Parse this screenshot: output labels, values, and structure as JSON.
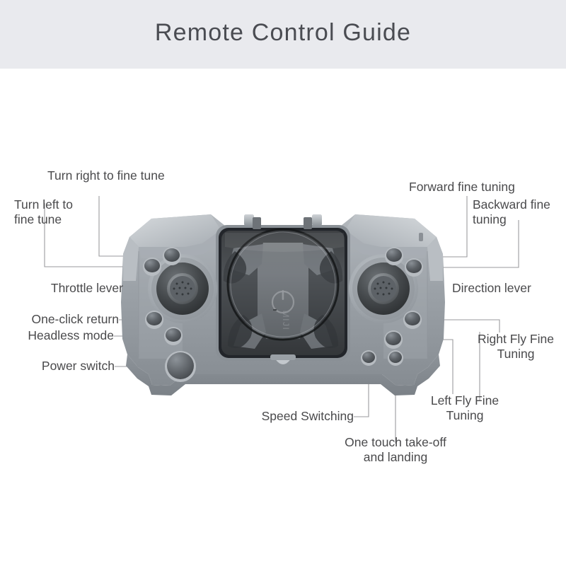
{
  "header": {
    "title": "Remote Control Guide",
    "background": "#e9eaee",
    "text_color": "#4a4c52"
  },
  "diagram": {
    "subject": "drone-remote-control",
    "label_color": "#4a4a4c",
    "leader_line_color": "#9a9a9e",
    "body_color": "#9aa0a6"
  },
  "callouts": {
    "turn_right_fine_tune": "Turn right to fine tune",
    "turn_left_fine_tune": "Turn left to\nfine tune",
    "throttle_lever": "Throttle lever",
    "one_click_return": "One-click return",
    "headless_mode": "Headless mode",
    "power_switch": "Power switch",
    "forward_fine_tuning": "Forward fine tuning",
    "backward_fine_tuning": "Backward fine\ntuning",
    "direction_lever": "Direction lever",
    "right_fly_fine_tuning": "Right Fly Fine\nTuning",
    "left_fly_fine_tuning": "Left Fly Fine\nTuning",
    "speed_switching": "Speed Switching",
    "one_touch_takeoff_landing": "One touch take-off\nand landing"
  }
}
